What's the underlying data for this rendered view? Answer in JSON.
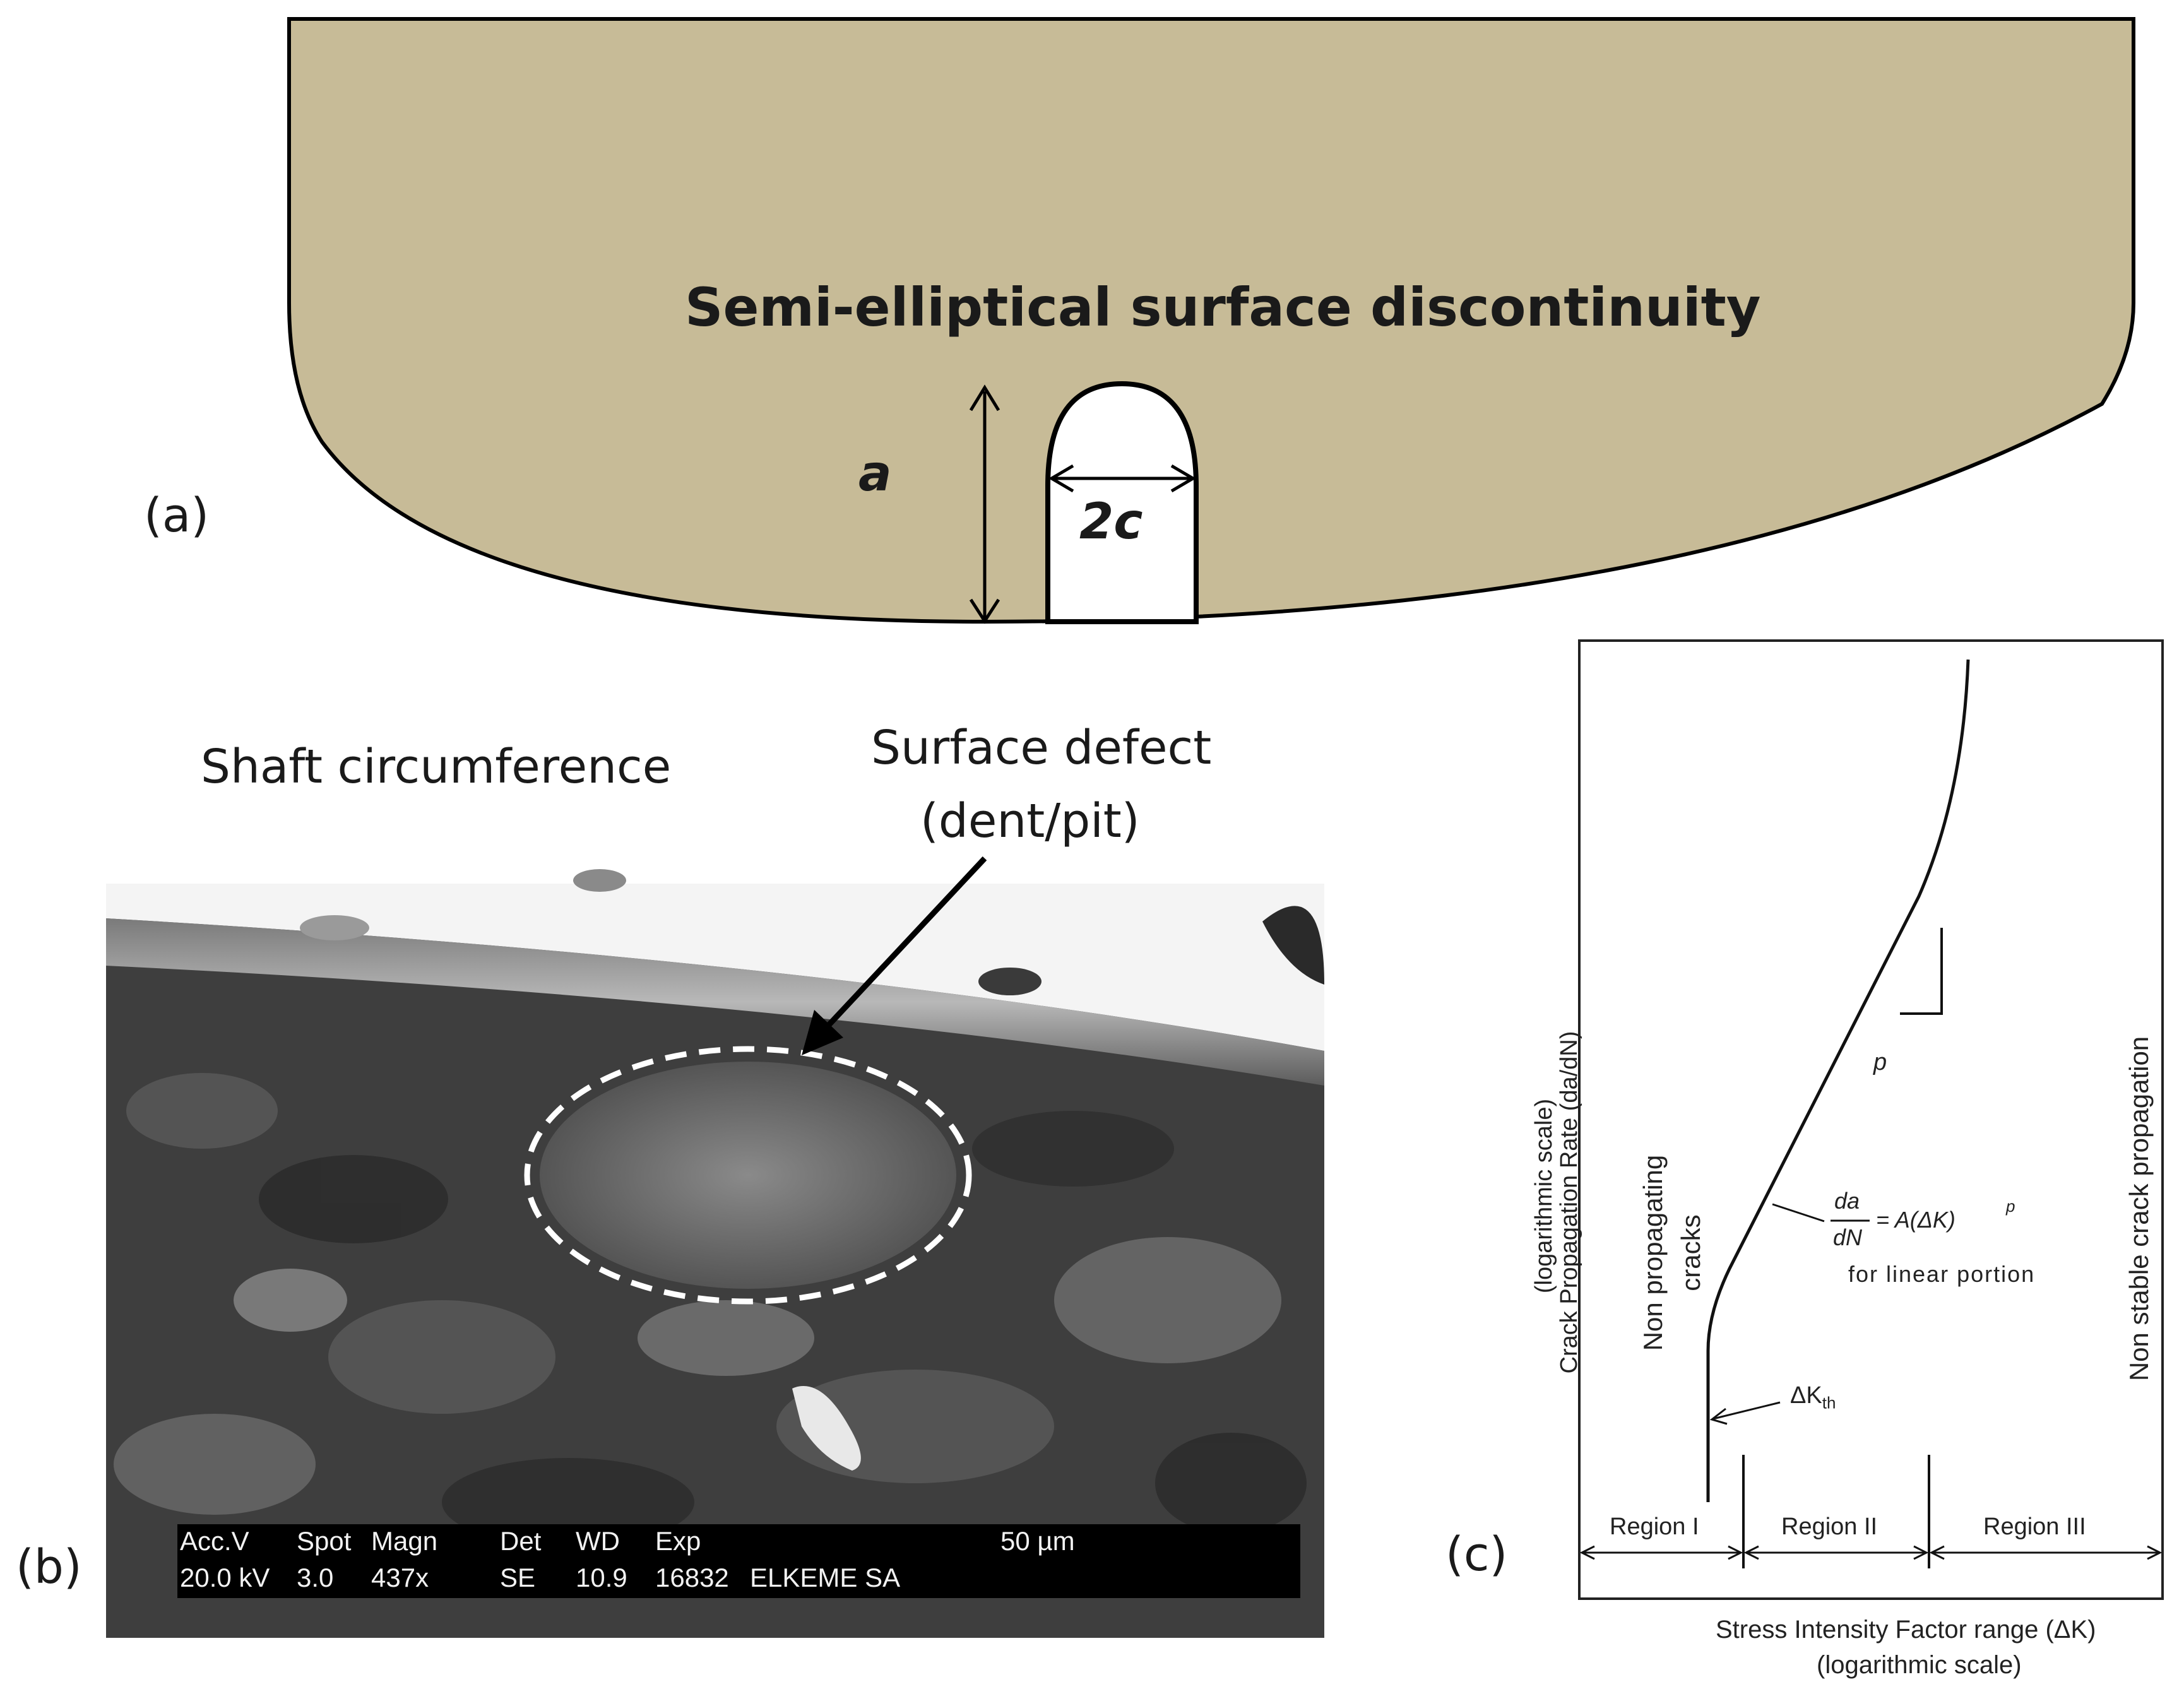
{
  "panel_a": {
    "label": "(a)",
    "title": "Semi-elliptical surface discontinuity",
    "depth_label": "a",
    "width_label": "2c",
    "colors": {
      "body_fill": "#c7bb97",
      "outline": "#000000",
      "defect_fill": "#ffffff"
    }
  },
  "panel_b": {
    "label": "(b)",
    "shaft_label": "Shaft circumference",
    "defect_label_line1": "Surface defect",
    "defect_label_line2": "(dent/pit)",
    "sem_info": {
      "headers": [
        "Acc.V",
        "Spot",
        "Magn",
        "Det",
        "WD",
        "Exp"
      ],
      "values": [
        "20.0 kV",
        "3.0",
        "437x",
        "SE",
        "10.9",
        "16832"
      ],
      "scale_label": "50 µm",
      "lab": "ELKEME SA"
    }
  },
  "panel_c": {
    "label": "(c)",
    "y_axis_line1": "Crack Propagation Rate (da/dN)",
    "y_axis_line2": "(logarithmic scale)",
    "x_axis_line1": "Stress Intensity Factor range (ΔK)",
    "x_axis_line2": "(logarithmic scale)",
    "left_note_line1": "Non propagating",
    "left_note_line2": "cracks",
    "right_note": "Non stable crack propagation",
    "threshold_label": "ΔK",
    "threshold_sub": "th",
    "slope_label": "p",
    "eq_num": "da",
    "eq_den": "dN",
    "eq_rhs": "= A(ΔK)",
    "eq_exp": "p",
    "eq_note": "for linear portion",
    "regions": [
      "Region I",
      "Region II",
      "Region III"
    ]
  }
}
